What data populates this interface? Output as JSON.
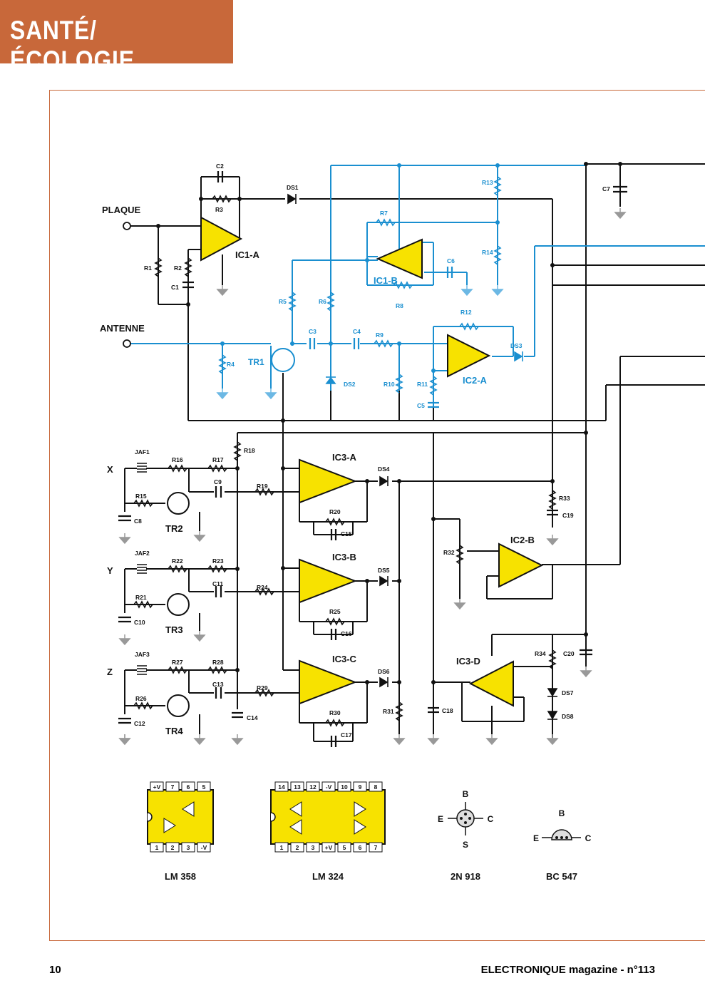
{
  "header": {
    "section_title": "SANTÉ/ÉCOLOGIE"
  },
  "schematic": {
    "inputs": {
      "plaque": "PLAQUE",
      "antenne": "ANTENNE"
    },
    "opamps": {
      "ic1a": "IC1-A",
      "ic1b": "IC1-B",
      "ic2a": "IC2-A",
      "ic2b": "IC2-B",
      "ic3a": "IC3-A",
      "ic3b": "IC3-B",
      "ic3c": "IC3-C",
      "ic3d": "IC3-D"
    },
    "transistors": {
      "tr1": "TR1",
      "tr2": "TR2",
      "tr3": "TR3",
      "tr4": "TR4"
    },
    "axes": {
      "x": "X",
      "y": "Y",
      "z": "Z"
    },
    "resistors": {
      "r1": "R1",
      "r2": "R2",
      "r3": "R3",
      "r4": "R4",
      "r5": "R5",
      "r6": "R6",
      "r7": "R7",
      "r8": "R8",
      "r9": "R9",
      "r10": "R10",
      "r11": "R11",
      "r12": "R12",
      "r13": "R13",
      "r14": "R14",
      "r15": "R15",
      "r16": "R16",
      "r17": "R17",
      "r18": "R18",
      "r19": "R19",
      "r20": "R20",
      "r21": "R21",
      "r22": "R22",
      "r23": "R23",
      "r24": "R24",
      "r25": "R25",
      "r26": "R26",
      "r27": "R27",
      "r28": "R28",
      "r29": "R29",
      "r30": "R30",
      "r31": "R31",
      "r32": "R32",
      "r33": "R33",
      "r34": "R34"
    },
    "capacitors": {
      "c1": "C1",
      "c2": "C2",
      "c3": "C3",
      "c4": "C4",
      "c5": "C5",
      "c6": "C6",
      "c7": "C7",
      "c8": "C8",
      "c9": "C9",
      "c10": "C10",
      "c11": "C11",
      "c12": "C12",
      "c13": "C13",
      "c14": "C14",
      "c15": "C15",
      "c16": "C16",
      "c17": "C17",
      "c18": "C18",
      "c19": "C19",
      "c20": "C20"
    },
    "diodes": {
      "ds1": "DS1",
      "ds2": "DS2",
      "ds3": "DS3",
      "ds4": "DS4",
      "ds5": "DS5",
      "ds6": "DS6",
      "ds7": "DS7",
      "ds8": "DS8"
    },
    "inductors": {
      "jaf1": "JAF1",
      "jaf2": "JAF2",
      "jaf3": "JAF3"
    }
  },
  "pinouts": {
    "lm358": {
      "name": "LM 358",
      "top_pins": [
        "+V",
        "7",
        "6",
        "5"
      ],
      "bottom_pins": [
        "1",
        "2",
        "3",
        "-V"
      ]
    },
    "lm324": {
      "name": "LM 324",
      "top_pins": [
        "14",
        "13",
        "12",
        "-V",
        "10",
        "9",
        "8"
      ],
      "bottom_pins": [
        "1",
        "2",
        "3",
        "+V",
        "5",
        "6",
        "7"
      ]
    },
    "n2n918": {
      "name": "2N 918",
      "pins": {
        "b": "B",
        "e": "E",
        "c": "C",
        "s": "S"
      }
    },
    "bc547": {
      "name": "BC 547",
      "pins": {
        "b": "B",
        "e": "E",
        "c": "C"
      }
    }
  },
  "footer": {
    "page_number": "10",
    "magazine": "ELECTRONIQUE magazine - n°113"
  },
  "colors": {
    "accent": "#c8683a",
    "black_wire": "#111111",
    "blue_wire": "#1a8fd0",
    "opamp_fill": "#f7e200"
  }
}
